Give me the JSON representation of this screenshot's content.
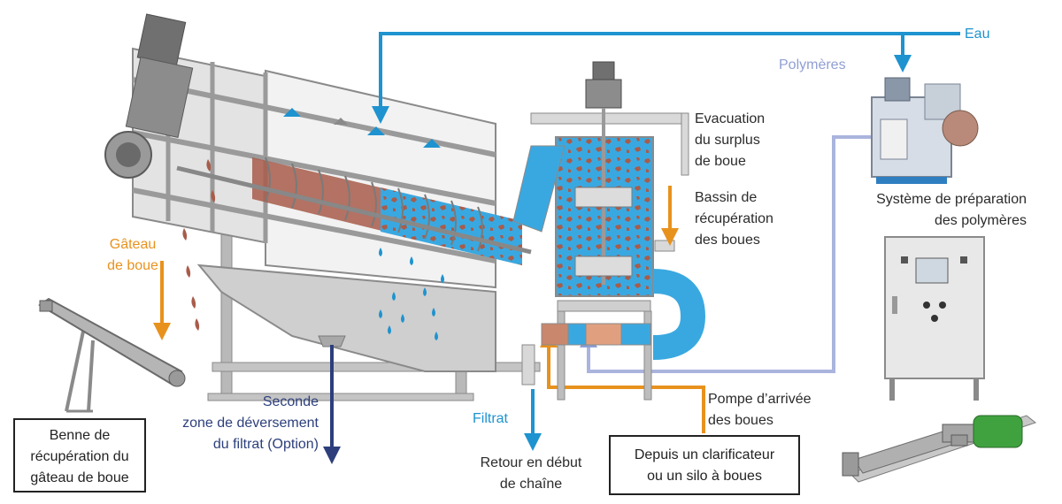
{
  "labels": {
    "eau": "Eau",
    "polymeres": "Polymères",
    "evacuation": [
      "Evacuation",
      "du surplus",
      "de boue"
    ],
    "bassin": [
      "Bassin de",
      "récupération",
      "des boues"
    ],
    "systeme": [
      "Système de préparation",
      "des polymères"
    ],
    "gateau": [
      "Gâteau",
      "de boue"
    ],
    "seconde_zone": [
      "Seconde",
      "zone de déversement",
      "du filtrat (Option)"
    ],
    "filtrat": "Filtrat",
    "retour": [
      "Retour en début",
      "de chaîne"
    ],
    "pompe": [
      "Pompe d’arrivée",
      "des boues"
    ]
  },
  "boxes": {
    "benne": [
      "Benne de",
      "récupération du",
      "gâteau de boue"
    ],
    "depuis": [
      "Depuis un clarificateur",
      "ou un silo à boues"
    ]
  },
  "colors": {
    "water": "#1e93cf",
    "sludge": "#e8921e",
    "polymer": "#aab4dd",
    "filtrate_option": "#2c3f7c",
    "frame": "#9a9a9a",
    "basin_water": "#3aa8e0",
    "sludge_particles": "#a85c4a"
  },
  "icons": [
    "gear-motor-icon",
    "screw-conveyor-icon",
    "control-cabinet-icon",
    "progressive-cavity-pump-icon"
  ]
}
